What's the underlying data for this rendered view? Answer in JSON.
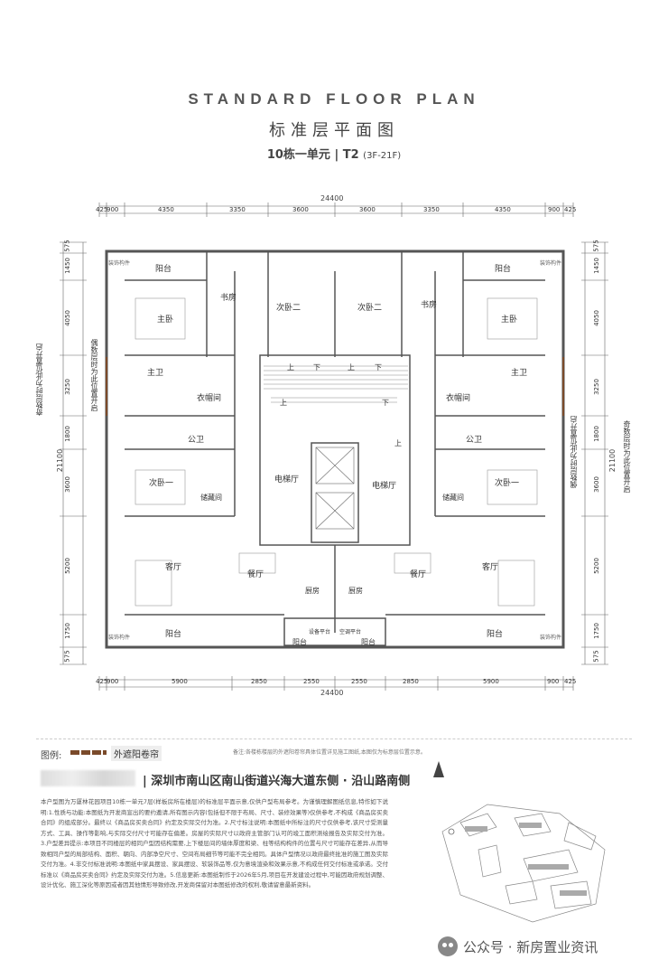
{
  "header": {
    "title_en": "STANDARD FLOOR PLAN",
    "title_cn": "标准层平面图",
    "building": "10栋一单元",
    "unit": "T2",
    "floors": "(3F-21F)"
  },
  "dimensions": {
    "total_top": "24400",
    "total_bottom": "24400",
    "top": [
      "425",
      "900",
      "4350",
      "3350",
      "3600",
      "3600",
      "3350",
      "4350",
      "900",
      "425"
    ],
    "bottom": [
      "425",
      "900",
      "5900",
      "2850",
      "2550",
      "2550",
      "2850",
      "5900",
      "900",
      "425"
    ],
    "left": [
      "575",
      "1450",
      "4050",
      "3250",
      "1800",
      "3600",
      "5200",
      "1750",
      "575"
    ],
    "right": [
      "575",
      "1450",
      "4050",
      "3250",
      "1800",
      "3600",
      "5200",
      "1750",
      "575"
    ],
    "total_left": "21100",
    "total_right": "21100"
  },
  "rooms": {
    "balcony": "阳台",
    "study": "书房",
    "second_bedroom_2": "次卧二",
    "master_bedroom": "主卧",
    "master_bath": "主卫",
    "cloakroom": "衣帽间",
    "public_bath": "公卫",
    "second_bedroom_1": "次卧一",
    "storage": "储藏间",
    "living_room": "客厅",
    "dining": "餐厅",
    "kitchen": "厨房",
    "elevator_hall": "电梯厅",
    "up": "上",
    "down": "下",
    "ac_platform": "空调平台",
    "equipment_platform": "设备平台",
    "decor_component": "装饰构件"
  },
  "side_notes": {
    "left_odd": "奇数层时为此位置开启",
    "left_even": "偶数层时为此位置开启",
    "right_odd": "奇数层时为此位置开启",
    "right_even": "偶数层时为此位置开启"
  },
  "legend": {
    "label": "图例:",
    "item": "外遮阳卷帘",
    "note": "备注:各楼栋楼层的外遮阳卷帘具体位置详见施工图纸,本图仅为标意层位置示意。"
  },
  "address": "| 深圳市南山区南山街道兴海大道东侧 · 沿山路南侧",
  "description": "本户型图为万厦林花园项目10栋一单元7层(样板房所在楼层)的标准层平面示意,仅供户型布局参考。为谨慎理解图纸信息,特作如下说明:1.性质与功能:本图纸为开发商宣出的要约邀请,所有图示内容(包括但不限于布局、尺寸、装修效果等)仅供参考,不构成《商品房买卖合同》的组成部分。最终以《商品房买卖合同》约定及实际交付为准。2.尺寸标注说明:本图纸中所标注的尺寸仅供参考,该尺寸受测量方式、工具、操作等影响,与实际交付尺寸可能存在偏差。房屋的实际尺寸以政府主管部门认可的竣工面积测绘报告及实际交付为准。3.户型差异提示:本项目不同楼层的相同户型因结构需要,上下楼层间的墙体厚度和梁、柱等结构构件的位置与尺寸可能存在差异,从而导致相同户型的局部结构、面积、朝向、内部净空尺寸、空间布局细节等可能不完全相同。具体户型情况以政府最终批准的施工图及实际交付为准。4.非交付标准说明:本图纸中家具摆设、家具摆设、软装饰品等,仅为意境渲染和效果示意,不构成任何交付标准或承诺。交付标准以《商品房买卖合同》约定及实际交付为准。5.信息更新:本图纸制作于2026年5月,项目在开发建设过程中,可能因政府规划调整、设计优化、施工深化等原因或者因其他情形导致修改,开发商保留对本图纸修改的权利,敬请留意最新资料。",
  "watermark": "公众号 · 新房置业资讯",
  "colors": {
    "wall": "#555555",
    "dim": "#666666",
    "shutter": "#7a4a2a",
    "brand": "#333333"
  }
}
